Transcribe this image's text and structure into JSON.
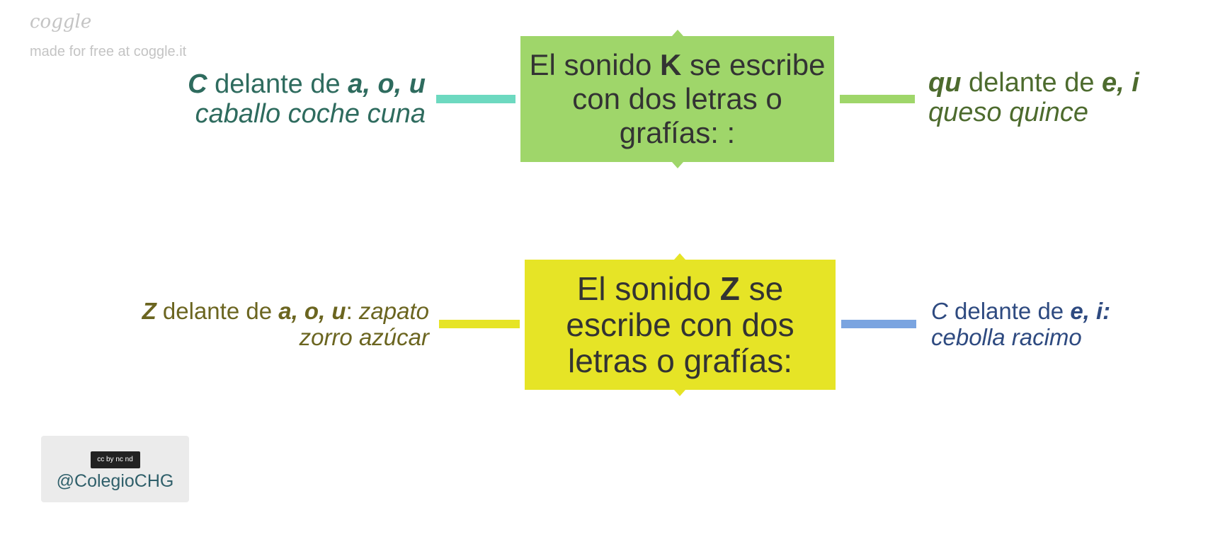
{
  "branding": {
    "logo": "coggle",
    "tagline": "made for free at coggle.it"
  },
  "colors": {
    "k_box": "#9fd66a",
    "z_box": "#e6e426",
    "k_left": "#2e6b5e",
    "k_right": "#4d6b2e",
    "z_left": "#6b6520",
    "z_right": "#2e4a80",
    "conn_teal": "#6dd9c0",
    "conn_blue": "#7aa4e0"
  },
  "nodes": {
    "k": {
      "pre": "El sonido ",
      "bold": "K",
      "post": " se escribe con dos letras o grafías: :"
    },
    "z": {
      "pre": "El sonido ",
      "bold": "Z",
      "post": " se escribe con dos letras o grafías:"
    },
    "k_left": {
      "s1": "C",
      "s2": " delante de ",
      "s3": "a, o, u",
      "line2": "caballo coche cuna"
    },
    "k_right": {
      "s1": "qu",
      "s2": " delante de ",
      "s3": "e, i",
      "line2": "queso quince"
    },
    "z_left": {
      "s1": "Z",
      "s2": " delante de ",
      "s3": "a, o, u",
      "s4": ": ",
      "s5": "zapato",
      "line2": "zorro azúcar"
    },
    "z_right": {
      "s1": "C",
      "s2": " delante de ",
      "s3": "e, i:",
      "line2": "cebolla racimo"
    }
  },
  "badge": {
    "license": "cc by nc nd",
    "handle": "@ColegioCHG"
  }
}
